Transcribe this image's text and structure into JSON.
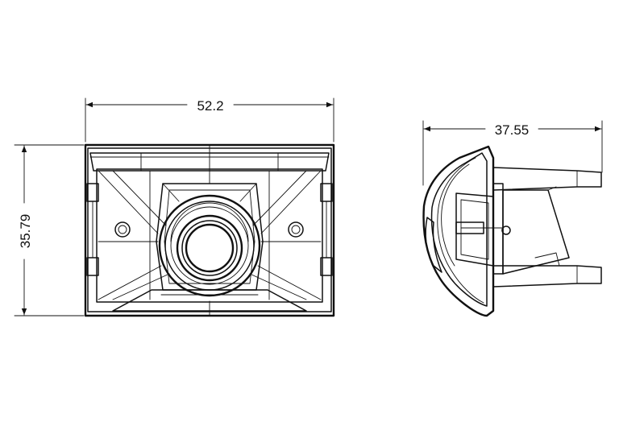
{
  "dimensions": {
    "front_width": "52.2",
    "front_height": "35.79",
    "side_depth": "37.55"
  },
  "colors": {
    "line": "#111111",
    "background": "#ffffff"
  }
}
